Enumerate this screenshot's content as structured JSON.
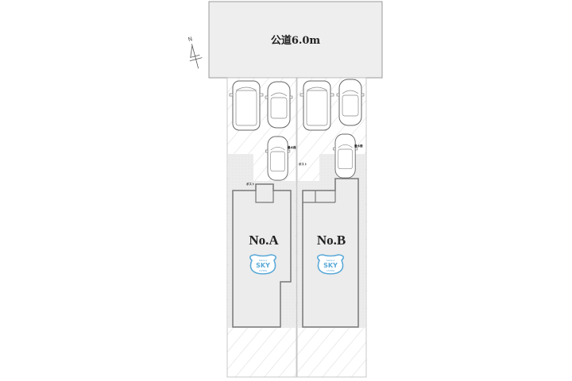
{
  "road": {
    "label": "公道6.0m"
  },
  "compass": {
    "label": "N"
  },
  "lots": [
    {
      "label": "No.A",
      "post_label": "ポスト",
      "meter_label": "量水器"
    },
    {
      "label": "No.B",
      "post_label": "ポスト",
      "meter_label": "量水器"
    }
  ],
  "logo": {
    "top": "Sekisui",
    "main": "SKY",
    "sub": "LIVING"
  },
  "colors": {
    "road": "#eeeeee",
    "lot": "#ececec",
    "wall": "#777777",
    "logo": "#5aa9d8"
  }
}
